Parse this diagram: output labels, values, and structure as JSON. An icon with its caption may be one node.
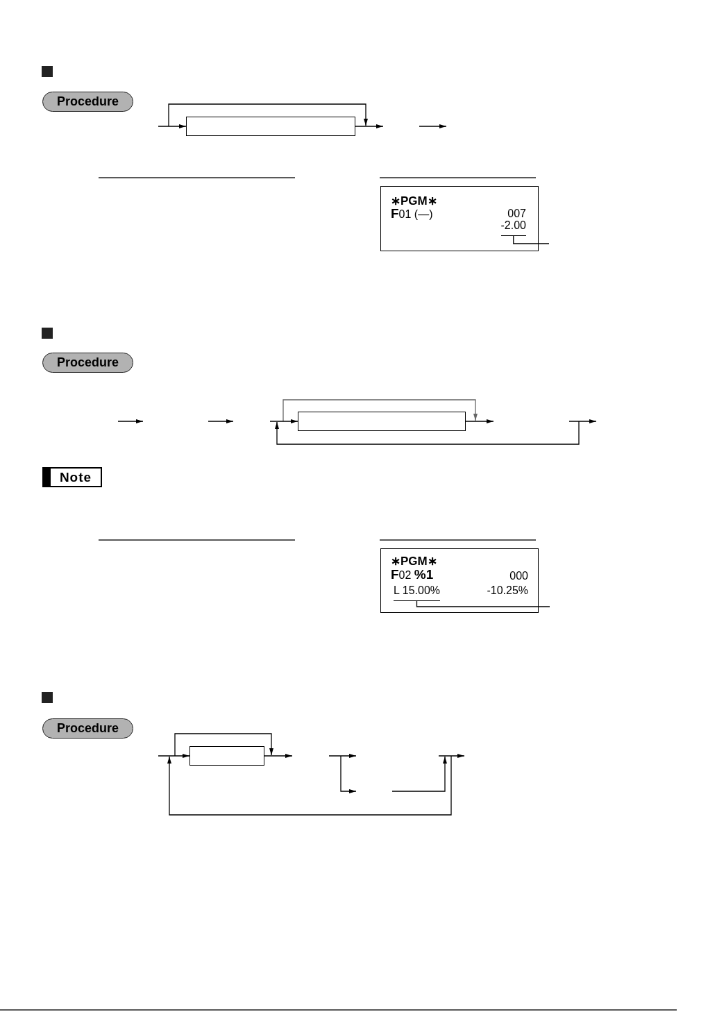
{
  "diagram": {
    "nodes": [
      {
        "text": [
          "Procedure"
        ]
      },
      {
        "text": [],
        "shape": "box"
      },
      {
        "text": [
          "∗PGM∗",
          "**F**01 (—)",
          "007"
        ]
      },
      {
        "text": [
          "-2.00"
        ],
        "in": 2
      },
      {
        "text": [
          "Procedure"
        ]
      },
      {
        "text": [],
        "shape": "box"
      },
      {
        "text": [
          "Note"
        ]
      },
      {
        "text": [
          "∗PGM∗",
          "**F**02 **%1**",
          "000",
          "-10.25%"
        ]
      },
      {
        "text": [
          "L 15.00%"
        ],
        "in": 7
      },
      {
        "text": [
          "Procedure"
        ]
      },
      {
        "text": [],
        "shape": "box"
      }
    ],
    "edges": [
      {
        "from": null,
        "to": 1,
        "arrow": "to"
      },
      {
        "from": 1,
        "to": null,
        "arrow": "to"
      },
      {
        "from": 3,
        "to": null,
        "arrow": "none"
      },
      {
        "from": null,
        "to": 5,
        "arrow": "to"
      },
      {
        "from": 5,
        "to": null,
        "arrow": "to"
      },
      {
        "from": 8,
        "to": null,
        "arrow": "none"
      },
      {
        "from": null,
        "to": 10,
        "arrow": "to"
      },
      {
        "from": 10,
        "to": null,
        "arrow": "to"
      }
    ]
  }
}
